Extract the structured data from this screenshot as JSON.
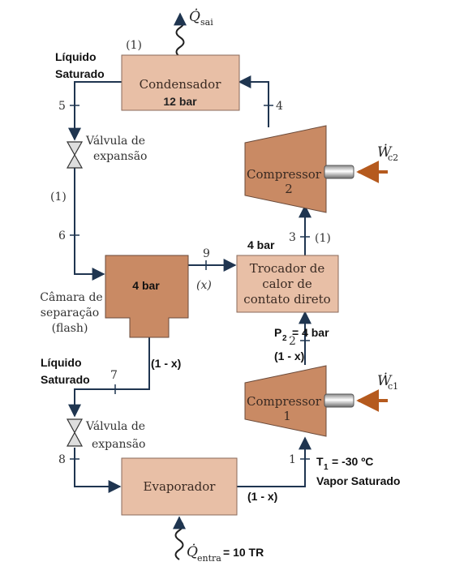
{
  "colors": {
    "box_fill": "#e8bfa6",
    "box_stroke": "#8a6a5a",
    "flash_fill": "#c98a64",
    "compressor_fill": "#c98a64",
    "line": "#1f3550",
    "arrow_in": "#b55a1e"
  },
  "heat_out": {
    "symbol": "Q̇",
    "subscript": "sai"
  },
  "heat_in": {
    "symbol": "Q̇",
    "subscript": "entra",
    "value": "= 10 TR"
  },
  "condenser": {
    "label": "Condensador",
    "pressure": "12 bar",
    "state_label": "(1)"
  },
  "valve_top": {
    "line1": "Válvula de",
    "line2": "expansão"
  },
  "valve_bottom": {
    "line1": "Válvula de",
    "line2": "expansão"
  },
  "liquid_top": {
    "line1": "Líquido",
    "line2": "Saturado"
  },
  "liquid_bottom": {
    "line1": "Líquido",
    "line2": "Saturado"
  },
  "flash": {
    "pressure": "4 bar",
    "line1": "Câmara de",
    "line2": "separação",
    "line3": "(flash)"
  },
  "exchanger": {
    "line1": "Trocador de",
    "line2": "calor de",
    "line3": "contato direto"
  },
  "compressor2": {
    "label": "Compressor",
    "index": "2",
    "work_symbol": "Ẇ",
    "work_sub": "c2"
  },
  "compressor1": {
    "label": "Compressor",
    "index": "1",
    "work_symbol": "Ẇ",
    "work_sub": "c1"
  },
  "evaporator": {
    "label": "Evaporador"
  },
  "states": {
    "s1": "1",
    "s2": "2",
    "s3": "3",
    "s4": "4",
    "s5": "5",
    "s6": "6",
    "s7": "7",
    "s8": "8",
    "s9": "9"
  },
  "stream_labels": {
    "left_mid": "(1)",
    "x_frac": "(x)",
    "s3_frac": "(1)",
    "one_minus_x_flash": "(1 - x)",
    "one_minus_x_s2": "(1 - x)",
    "one_minus_x_evap": "(1 - x)",
    "p_exchanger": "4 bar"
  },
  "p2": {
    "label": "P",
    "sub": "2",
    "value": "= 4 bar"
  },
  "t1": {
    "label": "T",
    "sub": "1",
    "value": "= -30 ºC"
  },
  "vapor": "Vapor Saturado"
}
